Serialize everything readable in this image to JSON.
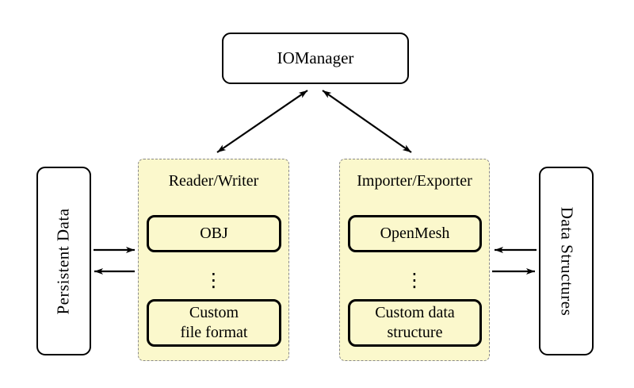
{
  "diagram": {
    "top_node": {
      "label": "IOManager"
    },
    "left_node": {
      "label": "Persistent Data"
    },
    "right_node": {
      "label": "Data Structures"
    },
    "groups": [
      {
        "title": "Reader/Writer",
        "top_item": "OBJ",
        "ellipsis": "⋮",
        "bottom_item": {
          "line1": "Custom",
          "line2": "file format"
        }
      },
      {
        "title": "Importer/Exporter",
        "top_item": "OpenMesh",
        "ellipsis": "⋮",
        "bottom_item": {
          "line1": "Custom data",
          "line2": "structure"
        }
      }
    ],
    "colors": {
      "background": "#FFFFFF",
      "group_fill": "#FBF8CC",
      "group_border": "#8A8A8A",
      "node_border": "#000000",
      "arrow": "#000000"
    }
  }
}
